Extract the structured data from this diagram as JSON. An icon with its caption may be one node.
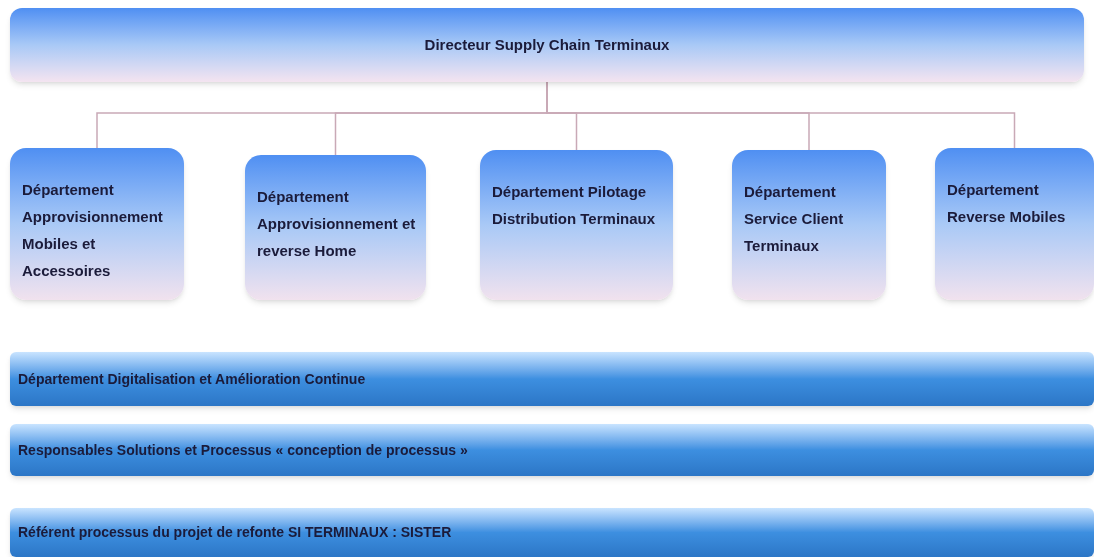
{
  "diagram": {
    "nodes": [
      {
        "text": [
          "Directeur Supply Chain Terminaux"
        ]
      },
      {
        "text": [
          "Département Approvisionnement Mobiles et Accessoires"
        ]
      },
      {
        "text": [
          "Département Approvisionnement et reverse Home"
        ]
      },
      {
        "text": [
          "Département Pilotage Distribution Terminaux"
        ]
      },
      {
        "text": [
          "Département Service Client Terminaux"
        ]
      },
      {
        "text": [
          "Département Reverse Mobiles"
        ]
      },
      {
        "text": [
          "Département Digitalisation et Amélioration Continue"
        ]
      },
      {
        "text": [
          "Responsables Solutions et Processus « conception de processus »"
        ]
      },
      {
        "text": [
          "Référent processus du projet de refonte SI TERMINAUX : SISTER"
        ]
      }
    ],
    "edges": [
      {
        "from": 0,
        "to": 1,
        "arrow": "none"
      },
      {
        "from": 0,
        "to": 2,
        "arrow": "none"
      },
      {
        "from": 0,
        "to": 3,
        "arrow": "none"
      },
      {
        "from": 0,
        "to": 4,
        "arrow": "none"
      },
      {
        "from": 0,
        "to": 5,
        "arrow": "none"
      }
    ]
  }
}
